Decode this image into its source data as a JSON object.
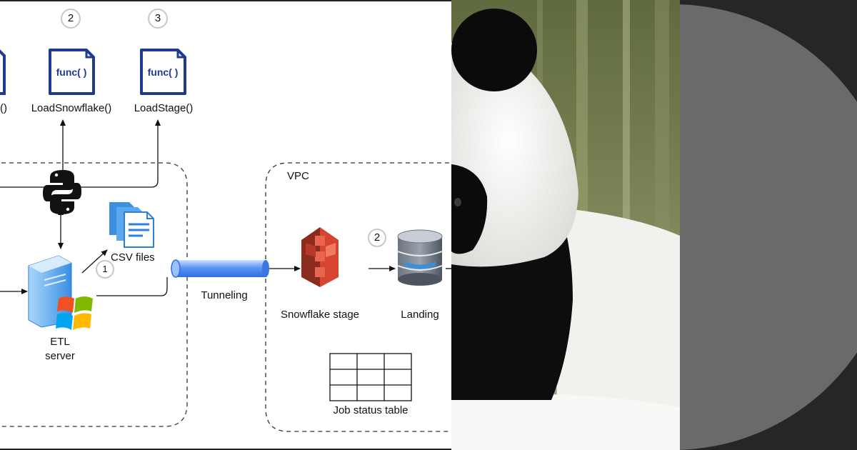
{
  "diagram": {
    "func_glyph": "func( )",
    "functions": [
      {
        "step": "",
        "label": "...ta()"
      },
      {
        "step": "2",
        "label": "LoadSnowflake()"
      },
      {
        "step": "3",
        "label": "LoadStage()"
      }
    ],
    "etl": {
      "csv_label": "CSV files",
      "csv_step": "1",
      "server_label_line1": "ETL",
      "server_label_line2": "server",
      "server_icon": "windows-server-icon",
      "python_icon": "python-logo-icon"
    },
    "tunnel_label": "Tunneling",
    "vpc": {
      "title": "VPC",
      "stage_label": "Snowflake stage",
      "stage_step": "2",
      "landing_label": "Landing",
      "table_label": "Job status table"
    }
  },
  "photo": {
    "subject": "panda-photo"
  },
  "colors": {
    "func_blue": "#1f3a93",
    "s3_red": "#d6452f",
    "db_gray": "#5b6470",
    "db_blue": "#3b8fd8",
    "tunnel_blue": "#4d8ff2",
    "dark_bg": "#262626",
    "circle_gray": "#6a6a6a"
  }
}
